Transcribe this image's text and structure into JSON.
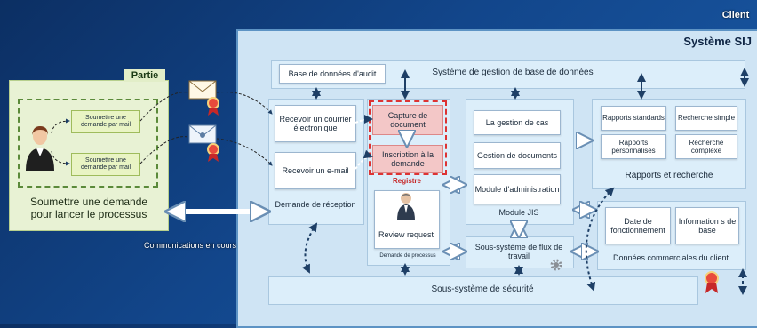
{
  "client_label": "Client",
  "system_title": "Système SIJ",
  "party": {
    "title": "Partie",
    "buttons": [
      "Soumettre une demande par mail",
      "Soumettre une demande par mail"
    ],
    "caption": "Soumettre une demande pour lancer le processus"
  },
  "communications_label": "Communications en cours",
  "db_mgmt": {
    "audit_db": "Base de données d'audit",
    "title": "Système de gestion de base de données"
  },
  "reception": {
    "email": "Recevoir un courrier électronique",
    "mail": "Recevoir un e-mail",
    "title": "Demande de réception"
  },
  "process": {
    "capture": "Capture de document",
    "inscription": "Inscription à la demande",
    "registre": "Registre",
    "review": "Review request",
    "title": "Demande de processus"
  },
  "jis": {
    "items": [
      "La gestion de cas",
      "Gestion de documents",
      "Module d'administration"
    ],
    "title": "Module JIS"
  },
  "reports": {
    "items": [
      "Rapports standards",
      "Recherche simple",
      "Rapports personnalisés",
      "Recherche complexe"
    ],
    "title": "Rapports et recherche"
  },
  "workflow": "Sous-système de flux de travail",
  "commercial": {
    "items": [
      "Date de fonctionnement",
      "Information s de base"
    ],
    "title": "Données commerciales du client"
  },
  "security": "Sous-système de sécurité",
  "colors": {
    "background": "#12468b",
    "system_panel": "#cfe4f4",
    "party_panel": "#e8f2d4",
    "highlight": "#f3c7c7",
    "arrow": "#1e3f66"
  }
}
